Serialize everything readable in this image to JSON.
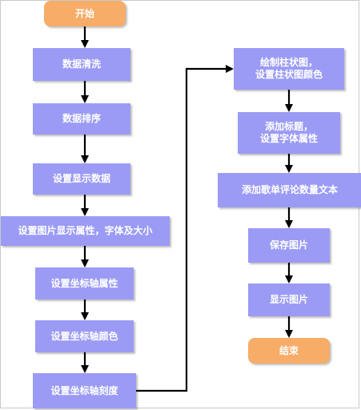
{
  "diagram": {
    "type": "flowchart",
    "colors": {
      "process": "#9b9bf5",
      "terminal": "#f7ac68",
      "arrow": "#000000"
    },
    "nodes": {
      "start": "开始",
      "clean": "数据清洗",
      "sort": "数据排序",
      "display_data": "设置显示数据",
      "image_props": "设置图片显示属性，字体及大小",
      "axis_props": "设置坐标轴属性",
      "axis_color": "设置坐标轴颜色",
      "axis_ticks": "设置坐标轴刻度",
      "draw_bar": "绘制柱状图，\n设置柱状图颜色",
      "add_title": "添加标题，\n设置字体属性",
      "add_text": "添加歌单评论数量文本",
      "save_image": "保存图片",
      "show_image": "显示图片",
      "end": "结束"
    }
  }
}
